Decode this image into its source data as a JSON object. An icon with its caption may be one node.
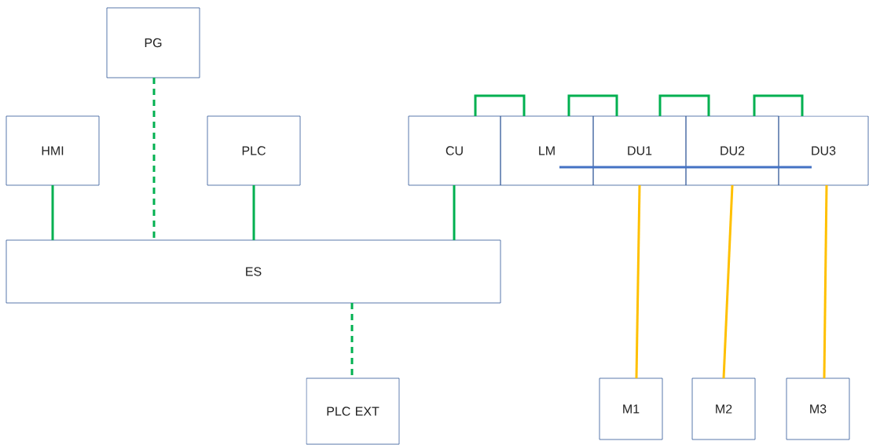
{
  "diagram": {
    "nodes": [
      {
        "text": [
          "PG"
        ]
      },
      {
        "text": [
          "HMI"
        ]
      },
      {
        "text": [
          "PLC"
        ]
      },
      {
        "text": [
          "CU"
        ]
      },
      {
        "text": [
          "LM"
        ]
      },
      {
        "text": [
          "DU1"
        ]
      },
      {
        "text": [
          "DU2"
        ]
      },
      {
        "text": [
          "DU3"
        ]
      },
      {
        "text": [
          "ES"
        ]
      },
      {
        "text": [
          "PLC EXT"
        ]
      },
      {
        "text": [
          "M1"
        ]
      },
      {
        "text": [
          "M2"
        ]
      },
      {
        "text": [
          "M3"
        ]
      }
    ],
    "edges": [
      {
        "from": 1,
        "to": 8,
        "arrow": "none"
      },
      {
        "from": 0,
        "to": 8,
        "arrow": "none",
        "style": "dashed"
      },
      {
        "from": 2,
        "to": 8,
        "arrow": "none"
      },
      {
        "from": 3,
        "to": 8,
        "arrow": "none"
      },
      {
        "from": 8,
        "to": 9,
        "arrow": "none",
        "style": "dashed"
      },
      {
        "from": 3,
        "to": 4,
        "arrow": "none"
      },
      {
        "from": 4,
        "to": 5,
        "arrow": "none"
      },
      {
        "from": 5,
        "to": 6,
        "arrow": "none"
      },
      {
        "from": 6,
        "to": 7,
        "arrow": "none"
      },
      {
        "from": 4,
        "to": 5,
        "arrow": "none",
        "color": "#4472c4"
      },
      {
        "from": 5,
        "to": 6,
        "arrow": "none",
        "color": "#4472c4"
      },
      {
        "from": 6,
        "to": 7,
        "arrow": "none",
        "color": "#4472c4"
      },
      {
        "from": 5,
        "to": 10,
        "arrow": "none",
        "color": "#ffc000"
      },
      {
        "from": 6,
        "to": 11,
        "arrow": "none",
        "color": "#ffc000"
      },
      {
        "from": 7,
        "to": 12,
        "arrow": "none",
        "color": "#ffc000"
      }
    ]
  }
}
